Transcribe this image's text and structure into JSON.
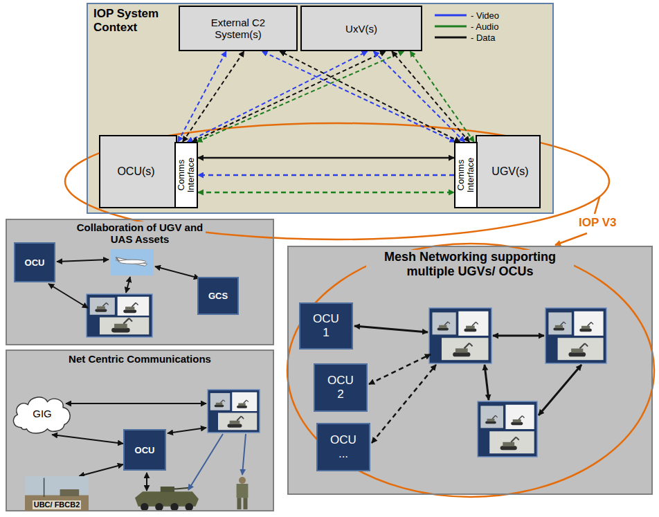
{
  "diagram": {
    "nodes": [
      {
        "text": [
          "IOP System Context"
        ]
      },
      {
        "text": [
          "External C2 System(s)"
        ],
        "in": 0
      },
      {
        "text": [
          "UxV(s)"
        ],
        "in": 0
      },
      {
        "text": [
          "OCU(s)"
        ],
        "in": 0
      },
      {
        "text": [
          "Comms Interface"
        ],
        "in": 0
      },
      {
        "text": [
          "Comms Interface"
        ],
        "in": 0
      },
      {
        "text": [
          "UGV(s)"
        ],
        "in": 0
      },
      {
        "text": [
          "Collaboration of UGV and UAS Assets"
        ]
      },
      {
        "text": [
          "OCU"
        ],
        "in": 7
      },
      {
        "text": [
          "GCS"
        ],
        "in": 7
      },
      {
        "text": [
          "Net Centric Communications"
        ]
      },
      {
        "text": [
          "GIG"
        ],
        "in": 10
      },
      {
        "text": [
          "OCU"
        ],
        "in": 10
      },
      {
        "text": [
          "UBC/ FBCB2"
        ],
        "in": 10
      },
      {
        "text": [
          "Mesh Networking supporting multiple UGVs/ OCUs"
        ]
      },
      {
        "text": [
          "OCU 1"
        ],
        "in": 14
      },
      {
        "text": [
          "OCU 2"
        ],
        "in": 14
      },
      {
        "text": [
          "OCU ..."
        ],
        "in": 14
      }
    ],
    "edges": [
      {
        "from": 4,
        "to": 5,
        "arrow": "both"
      },
      {
        "from": 5,
        "to": 4,
        "arrow": "to"
      },
      {
        "from": 4,
        "to": 5,
        "arrow": "both"
      },
      {
        "from": 4,
        "to": 1,
        "arrow": "both"
      },
      {
        "from": 4,
        "to": 1,
        "arrow": "both"
      },
      {
        "from": 4,
        "to": 2,
        "arrow": "both"
      },
      {
        "from": 4,
        "to": 2,
        "arrow": "both"
      },
      {
        "from": 4,
        "to": 2,
        "arrow": "both"
      },
      {
        "from": 5,
        "to": 1,
        "arrow": "both"
      },
      {
        "from": 5,
        "to": 1,
        "arrow": "both"
      },
      {
        "from": 5,
        "to": 2,
        "arrow": "both"
      },
      {
        "from": 5,
        "to": 2,
        "arrow": "both"
      },
      {
        "from": 5,
        "to": 2,
        "arrow": "both"
      },
      {
        "from": 11,
        "to": 12,
        "arrow": "both"
      },
      {
        "from": 12,
        "to": 13,
        "arrow": "both"
      }
    ],
    "labels": [
      "IOP V3"
    ],
    "legend": [
      {
        "text": "- Video"
      },
      {
        "text": "- Audio"
      },
      {
        "text": "- Data"
      }
    ]
  }
}
